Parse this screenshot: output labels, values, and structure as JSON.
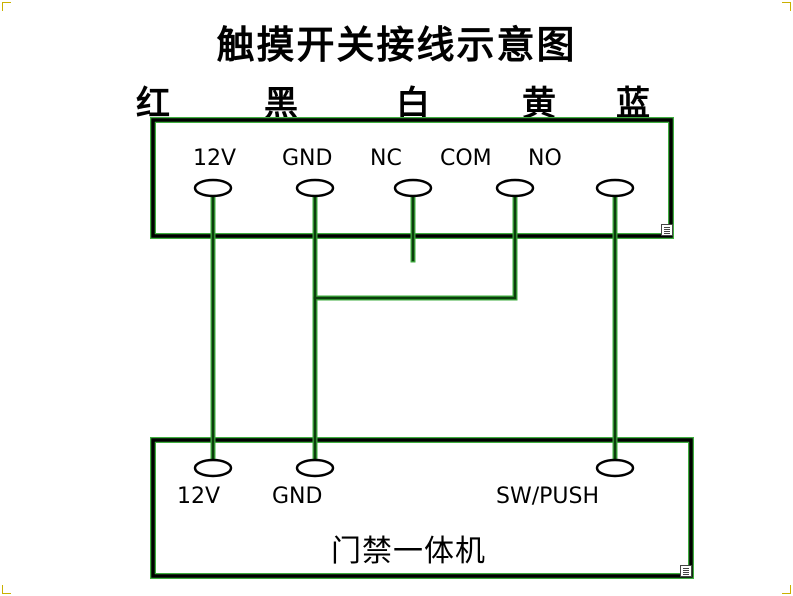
{
  "title": "触摸开关接线示意图",
  "wire_colors": [
    "红",
    "黑",
    "白",
    "黄",
    "蓝"
  ],
  "switch_pins": [
    "12V",
    "GND",
    "NC",
    "COM",
    "NO"
  ],
  "controller_pins": [
    "12V",
    "GND",
    "SW/PUSH"
  ],
  "controller_name": "门禁一体机",
  "colors": {
    "box_border": "#000000",
    "box_glow": "#2e8b2e",
    "wire": "#0b3d0b",
    "wire_glow": "#3fae3f"
  }
}
